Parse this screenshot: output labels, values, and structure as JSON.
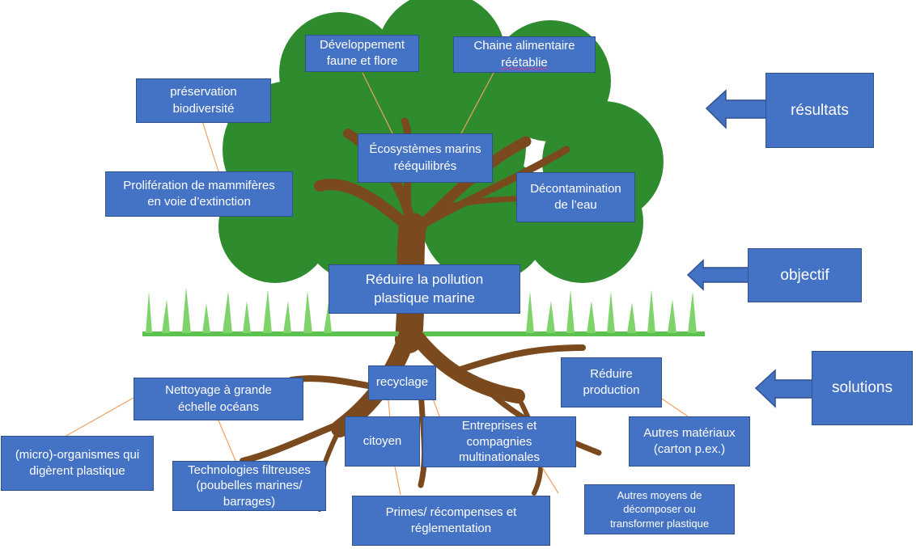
{
  "results": {
    "box1": {
      "line1": "Développement",
      "line2": "faune et flore"
    },
    "box2": {
      "line1": "Chaine alimentaire",
      "line2": "réétablie"
    },
    "box3": {
      "line1": "préservation",
      "line2": "biodiversité"
    },
    "box4": {
      "line1": "Écosystèmes marins",
      "line2": "rééquilibrés"
    },
    "box5": {
      "line1": "Prolifération de mammifères",
      "line2": "en voie d’extinction"
    },
    "box6": {
      "line1": "Décontamination",
      "line2": "de l’eau"
    }
  },
  "objective": {
    "line1": "Réduire la pollution",
    "line2": "plastique marine"
  },
  "solutions": {
    "box1": {
      "line1": "Nettoyage à grande",
      "line2": "échelle océans"
    },
    "box2": {
      "line1": "recyclage"
    },
    "box3": {
      "line1": "Réduire",
      "line2": "production"
    },
    "box4": {
      "line1": "(micro)-organismes qui",
      "line2": "digèrent plastique"
    },
    "box5": {
      "line1": "citoyen"
    },
    "box6": {
      "line1": "Entreprises et",
      "line2": "compagnies",
      "line3": "multinationales"
    },
    "box7": {
      "line1": "Autres matériaux",
      "line2": "(carton p.ex.)"
    },
    "box8": {
      "line1": "Technologies filtreuses",
      "line2": "(poubelles marines/",
      "line3": "barrages)"
    },
    "box9": {
      "line1": "Primes/ récompenses et",
      "line2": "réglementation"
    },
    "box10": {
      "line1": "Autres moyens de",
      "line2": "décomposer ou",
      "line3": "transformer plastique"
    }
  },
  "legend": {
    "results_label": "résultats",
    "objective_label": "objectif",
    "solutions_label": "solutions"
  },
  "colors": {
    "box": "#4472c4",
    "box_border": "#2f528f",
    "foliage": "#2e8b2e",
    "trunk": "#7a4a1e",
    "grass": "#5cc24f",
    "connector": "#f0a060"
  }
}
